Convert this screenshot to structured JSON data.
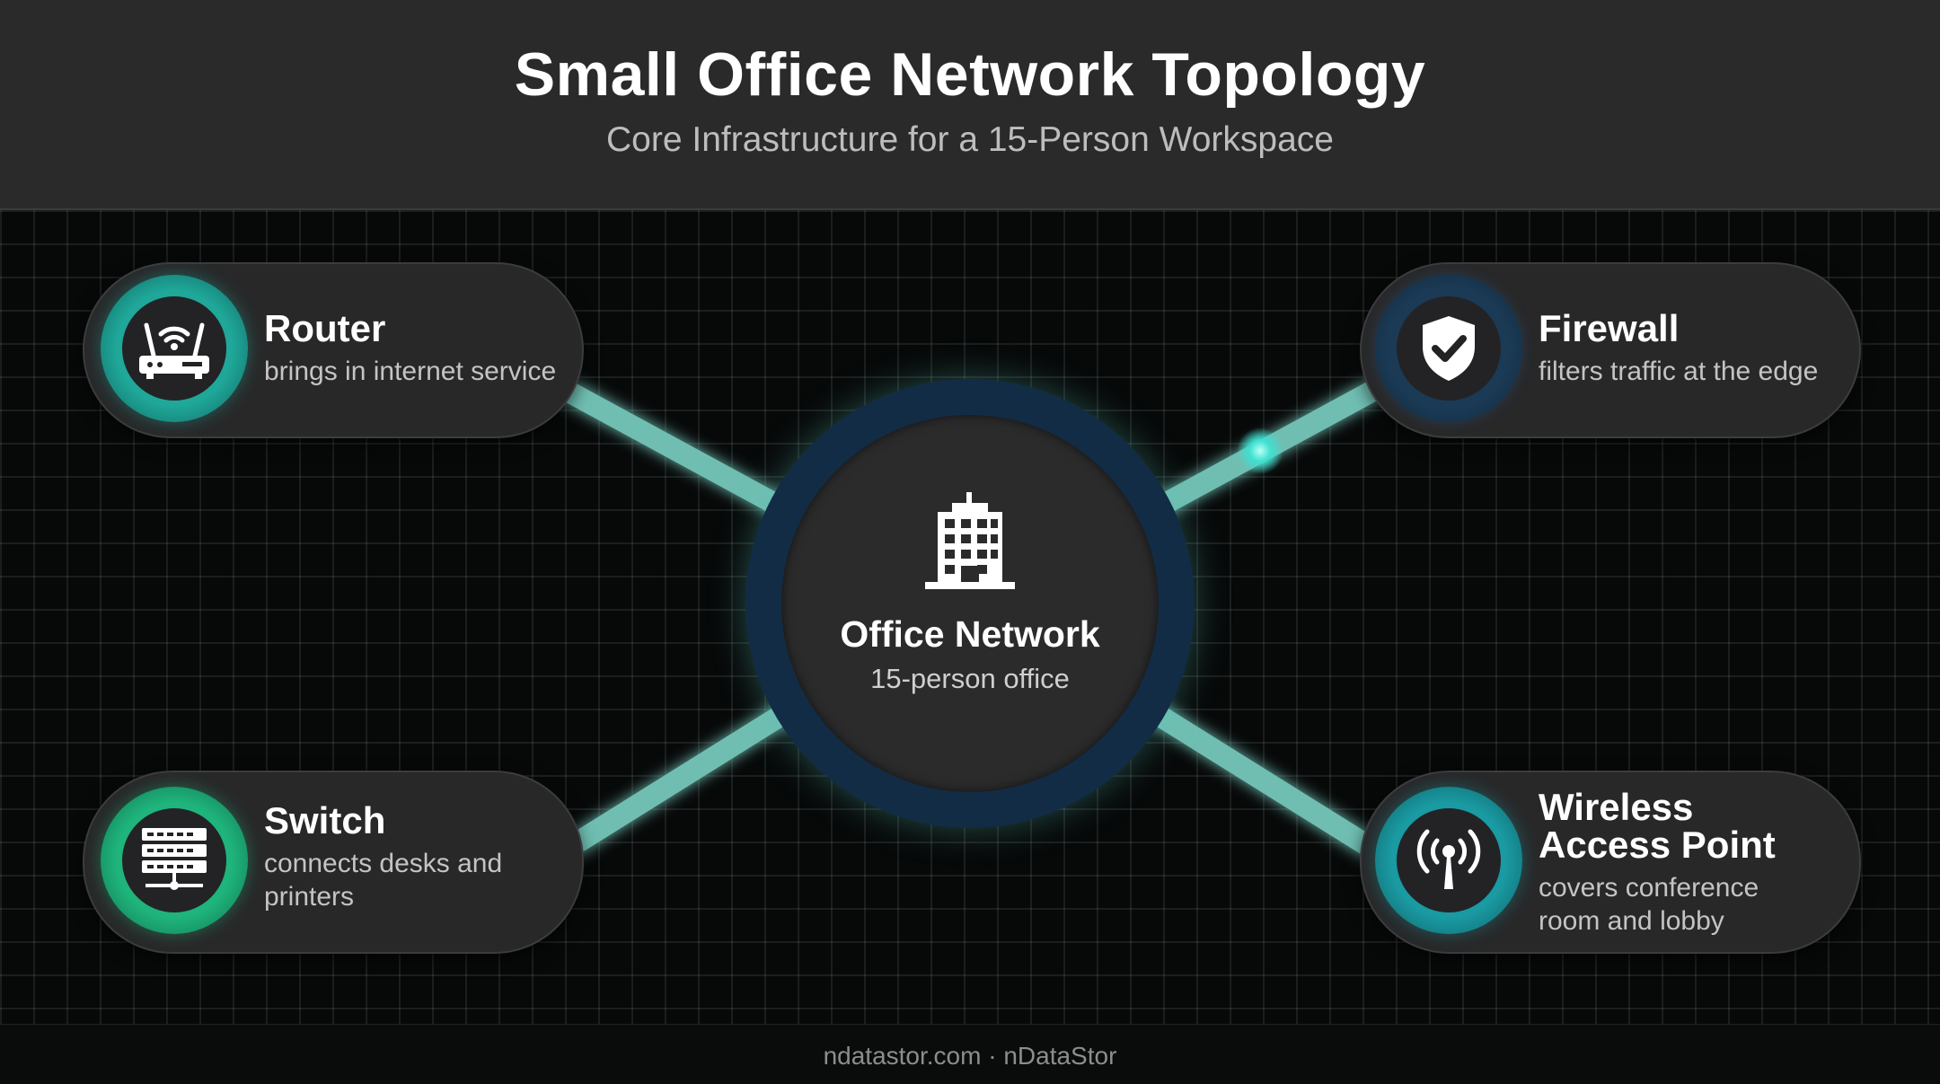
{
  "header": {
    "title": "Small Office Network Topology",
    "subtitle": "Core Infrastructure for a 15-Person Workspace"
  },
  "hub": {
    "title": "Office Network",
    "subtitle": "15-person office",
    "icon": "office-building-icon"
  },
  "nodes": {
    "router": {
      "title": "Router",
      "description": "brings in internet service",
      "icon": "router-icon",
      "accent": "#1fa89a"
    },
    "firewall": {
      "title": "Firewall",
      "description": "filters traffic at the edge",
      "icon": "shield-check-icon",
      "accent": "#1b3a55"
    },
    "switch": {
      "title": "Switch",
      "description_lines": [
        "connects desks and",
        "printers"
      ],
      "icon": "network-switch-icon",
      "accent": "#1fb47c"
    },
    "wireless_ap": {
      "title_lines": [
        "Wireless",
        "Access Point"
      ],
      "description_lines": [
        "covers conference",
        "room and lobby"
      ],
      "icon": "wireless-antenna-icon",
      "accent": "#1a9aa2"
    }
  },
  "colors": {
    "link": "#6fbeb2",
    "background": "#070909",
    "header": "#2a2a2b",
    "card": "#282829"
  },
  "footer": {
    "text": "ndatastor.com · nDataStor"
  }
}
